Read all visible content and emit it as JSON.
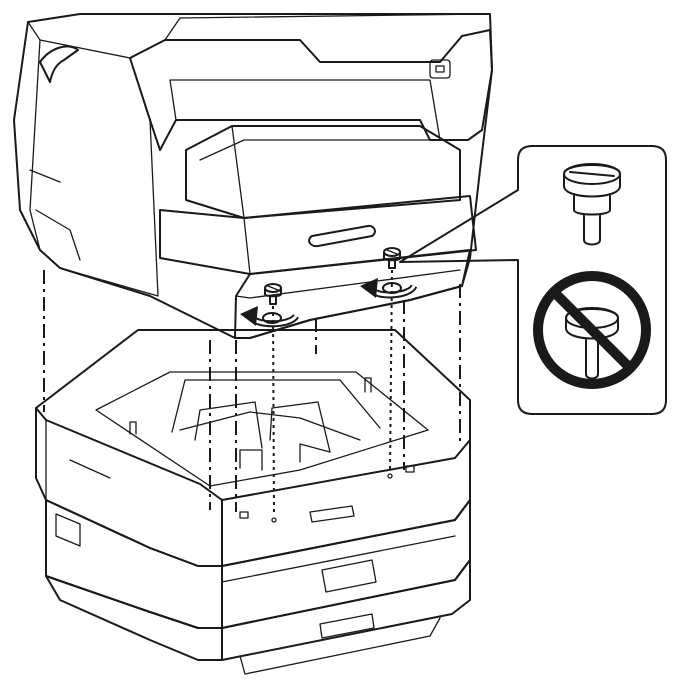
{
  "figure": {
    "kind": "installation-illustration",
    "subjects": [
      "printer-unit",
      "optional-paper-cassette-units",
      "fixing-screws"
    ],
    "callout": {
      "correct_part": "screw-with-slotted-head",
      "wrong_part": "screw-with-flat-head",
      "wrong_marker": "prohibition-icon"
    },
    "colors": {
      "printer_body": "#a9a9a9",
      "printer_shade": "#8c8c8c",
      "printer_light": "#c4c4c4",
      "cassette_fill": "#ffffff",
      "outline": "#1a1a1a",
      "screw_fill": "#d9d9d9"
    }
  }
}
